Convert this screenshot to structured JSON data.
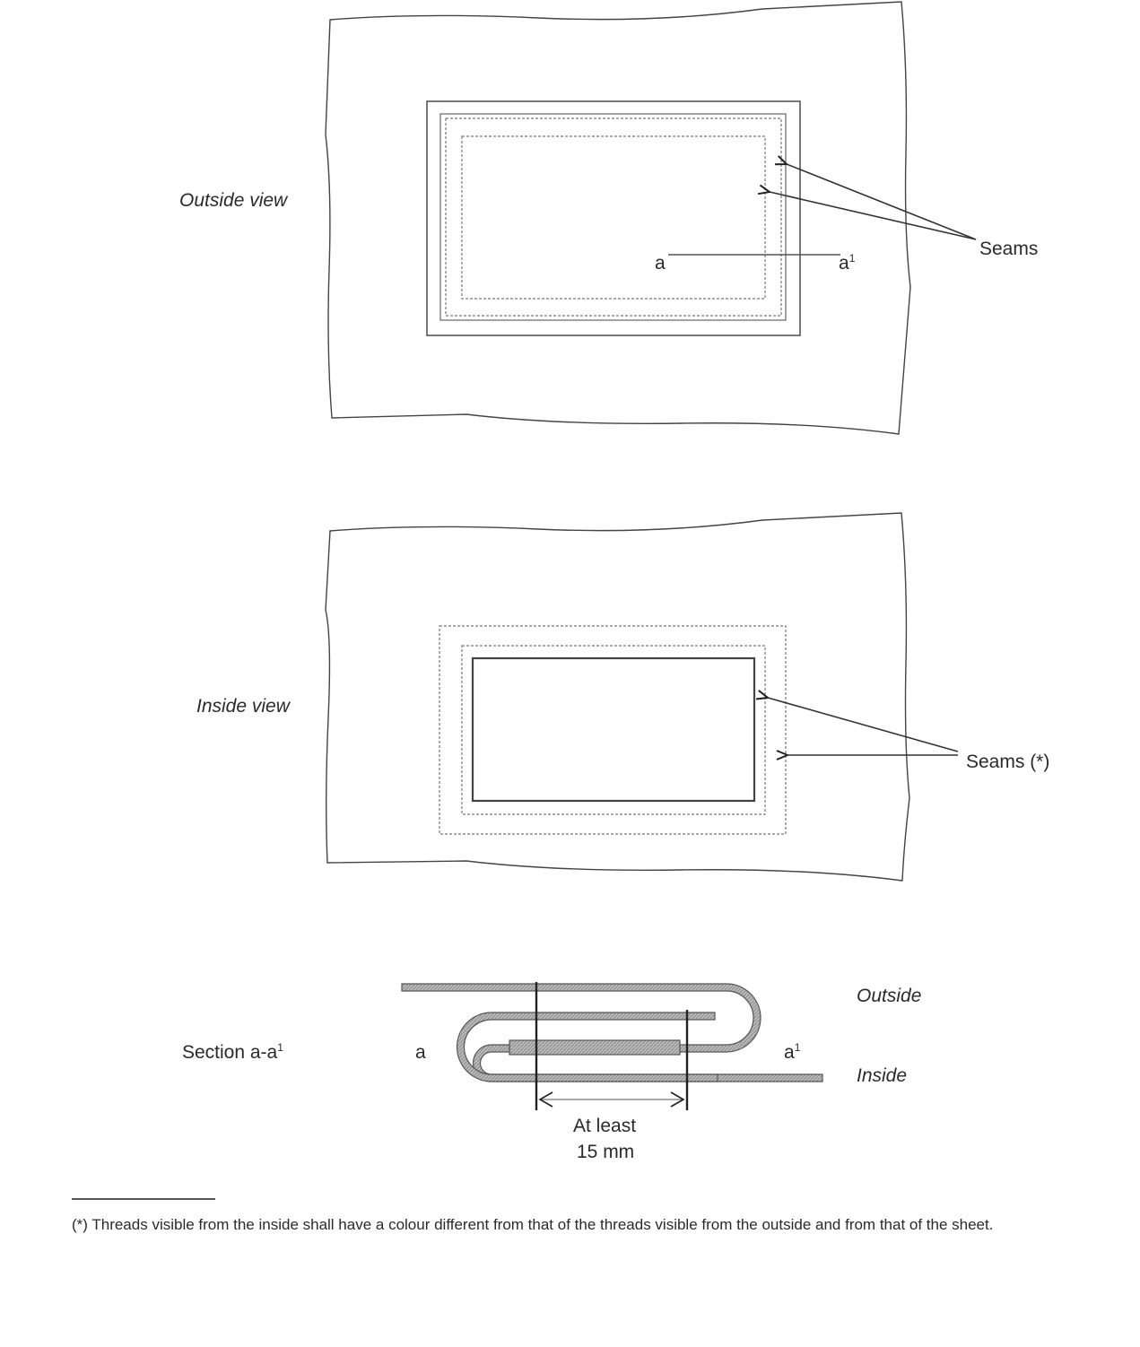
{
  "outside_view": {
    "title": "Outside view",
    "seams_label": "Seams",
    "section_marker_start": "a",
    "section_marker_end": "a",
    "section_marker_end_superscript": "1"
  },
  "inside_view": {
    "title": "Inside view",
    "seams_label": "Seams (*)"
  },
  "section": {
    "title": "Section a-a",
    "title_superscript": "1",
    "marker_start": "a",
    "marker_end": "a",
    "marker_end_superscript": "1",
    "outside_label": "Outside",
    "inside_label": "Inside",
    "dimension_line1": "At least",
    "dimension_line2": "15 mm"
  },
  "footnote": {
    "text": "(*)  Threads visible from the inside shall have a colour different from that of the threads visible from the outside and from that of the sheet."
  }
}
